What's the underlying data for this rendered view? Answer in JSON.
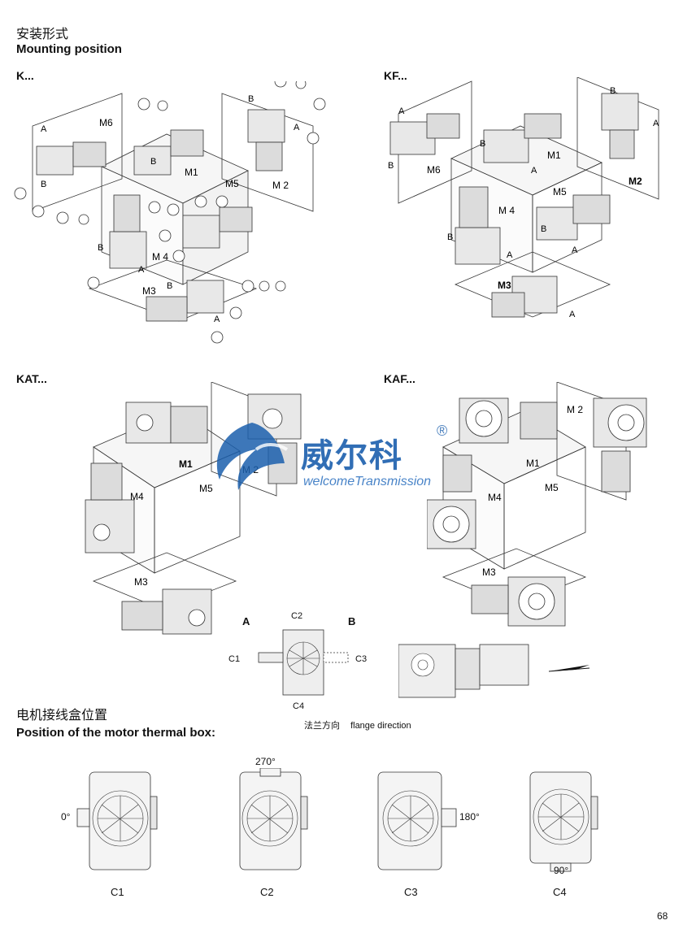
{
  "header": {
    "title_cn": "安装形式",
    "title_en": "Mounting position"
  },
  "sections": {
    "k": "K...",
    "kf": "KF...",
    "kat": "KAT...",
    "kaf": "KAF..."
  },
  "positions": {
    "m1": "M1",
    "m2": "M 2",
    "m3": "M3",
    "m4": "M 4",
    "m5": "M5",
    "m6": "M6",
    "kf_m2": "M2",
    "kat_m2": "M 2",
    "kat_m4": "M4",
    "kaf_m2": "M 2",
    "kaf_m4": "M4"
  },
  "sides": {
    "a": "A",
    "b": "B"
  },
  "watermark": {
    "brand": "威尔科",
    "sub": "welcomeTransmission",
    "mark": "®"
  },
  "flange": {
    "a": "A",
    "b": "B",
    "c1": "C1",
    "c2": "C2",
    "c3": "C3",
    "c4": "C4",
    "caption_cn": "法兰方向",
    "caption_en": "flange direction"
  },
  "thermal": {
    "title_cn": "电机接线盒位置",
    "title_en": "Position of the motor thermal box:",
    "items": [
      {
        "label": "C1",
        "angle": "0°"
      },
      {
        "label": "C2",
        "angle": "270°"
      },
      {
        "label": "C3",
        "angle": "180°"
      },
      {
        "label": "C4",
        "angle": "90°"
      }
    ]
  },
  "page_number": "68",
  "colors": {
    "line": "#333333",
    "fill": "#e8e8e8",
    "brand_blue": "#1b5fad"
  }
}
